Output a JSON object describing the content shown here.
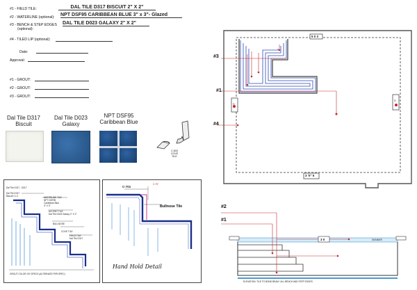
{
  "spec_form": {
    "field_tile": {
      "label": "#1 - FIELD TILE:",
      "value": "DAL TILE D317  BISCUIT  2\" X 2\""
    },
    "waterline": {
      "label": "#2 - WATERLINE (optional):",
      "value": "NPT DSF95 CARIBBEAN BLUE 3\" x 3\"- Glazed"
    },
    "bench_step": {
      "label_line1": "#3 - BENCH & STEP EDGES",
      "label_line2": "(optional):",
      "value": "DAL TILE D023 GALAXY  2\" X 2\""
    },
    "tiled_lip": {
      "label": "#4 - TILED LIP (optional):",
      "value": ""
    },
    "date_label": "Date:",
    "approval_label": "Approval:",
    "grouts": [
      "#1 - GROUT:",
      "#2 - GROUT:",
      "#3 - GROUT:"
    ]
  },
  "swatches": [
    {
      "name_line1": "Dal Tile D317",
      "name_line2": "Biscuit",
      "color": "#f4f4ef"
    },
    {
      "name_line1": "Dal Tile D023",
      "name_line2": "Galaxy",
      "color": "#2c5d93"
    },
    {
      "name_line1": "NPT DSF95",
      "name_line2": "Caribbean Blue",
      "color": "#1f4e86"
    }
  ],
  "cove_tile": {
    "line1": "C-833",
    "line2": "COVE",
    "line3": "TILE"
  },
  "section_detail": {
    "title": "Dal Tile D317 - D317",
    "labels": [
      "Dal Tile D317",
      "Biscuit 2 x 2",
      "WATERLINE TILE",
      "NPT DSF95",
      "Caribbean Blue",
      "3\" X 3\"",
      "ACCENT TILE",
      "Dal Tile D023 Galaxy 2\" X 2\"",
      "BULLNOSE",
      "COVE TILE",
      "FIELD TILE",
      "Dal Tile D317"
    ],
    "footer": "GROUT COLOR: BY SPECS (ALTERNATE PER SPEC)"
  },
  "hand_hold": {
    "code": "C-701",
    "dim": "2.75\"",
    "bullnose": "Bullnose Tile",
    "title": "Hand Hold Detail"
  },
  "plan": {
    "top_code": "5 0 3",
    "bottom_code": "3 '0\" 5",
    "left_code": "S",
    "right_code": "S"
  },
  "markers": {
    "m1": "#1",
    "m2": "#2",
    "m3": "#3",
    "m4": "#4"
  },
  "elevation": {
    "code": "3 0",
    "right_note": "SKIMMER",
    "footer": "ELEVATION: TILE TO BOND BEAM / ALL BENCH AND STEP EDGES"
  },
  "colors": {
    "accent_red": "#c62828",
    "blue_line": "#2b49b8",
    "tile_blue": "#2c5d93"
  }
}
